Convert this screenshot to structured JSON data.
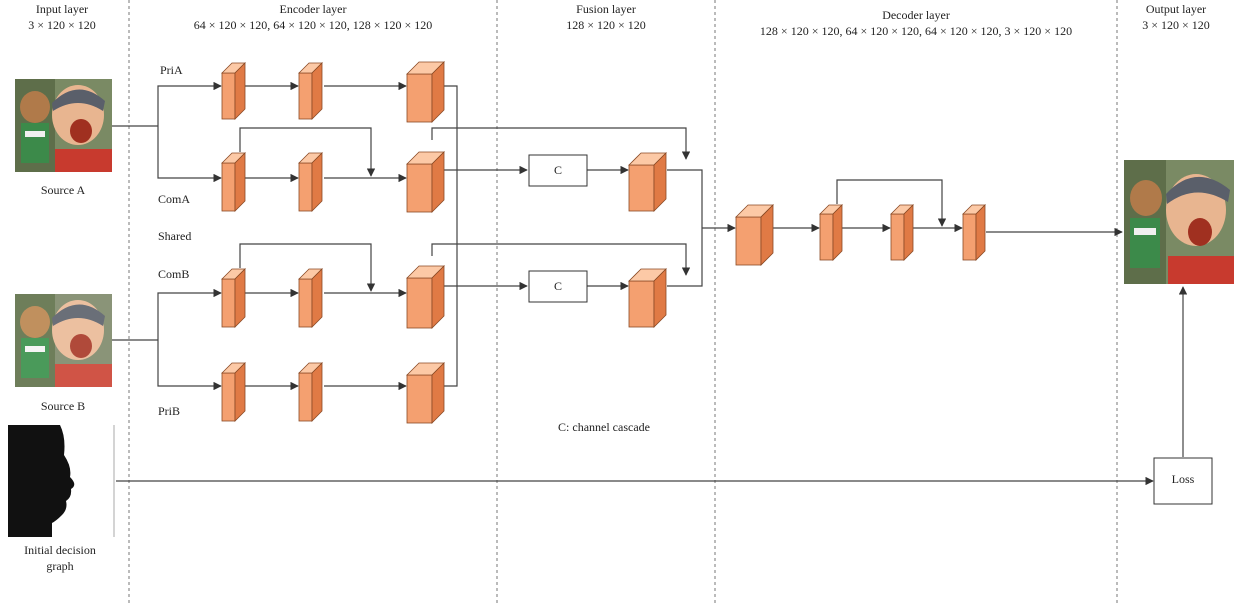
{
  "layers": {
    "input": {
      "title": "Input layer",
      "dims": "3 × 120 × 120"
    },
    "encoder": {
      "title": "Encoder layer",
      "dims": "64 × 120 × 120, 64 × 120 × 120, 128 × 120 × 120"
    },
    "fusion": {
      "title": "Fusion layer",
      "dims": "128 × 120 × 120"
    },
    "decoder": {
      "title": "Decoder layer",
      "dims": "128 × 120 × 120, 64 × 120 × 120, 64 × 120 × 120, 3 × 120 × 120"
    },
    "output": {
      "title": "Output layer",
      "dims": "3 × 120 × 120"
    }
  },
  "labels": {
    "source_a": "Source A",
    "source_b": "Source B",
    "decision_graph_line1": "Initial decision",
    "decision_graph_line2": "graph",
    "pri_a": "PriA",
    "com_a": "ComA",
    "shared": "Shared",
    "com_b": "ComB",
    "pri_b": "PriB",
    "concat_symbol": "C",
    "concat_legend": "C: channel cascade",
    "loss": "Loss"
  },
  "colors": {
    "block_front": "#f4a070",
    "block_top": "#fcc9a6",
    "block_side": "#e07a45",
    "block_edge": "#8a4a25",
    "line": "#444444",
    "divider": "#777777"
  }
}
